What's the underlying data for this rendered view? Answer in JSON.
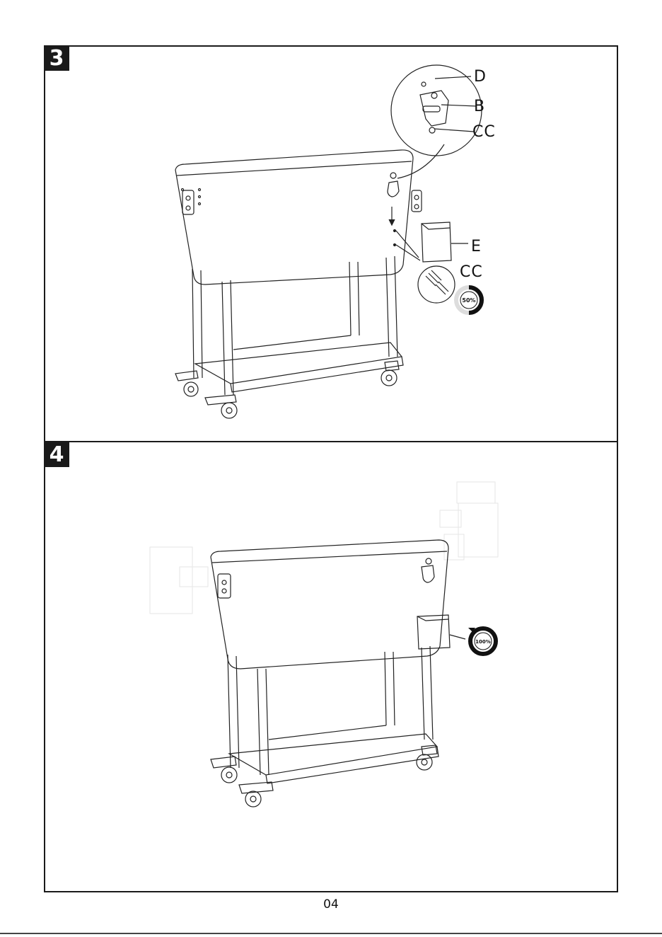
{
  "steps": [
    {
      "number": "3",
      "callouts": {
        "d": "D",
        "b": "B",
        "cc_top": "CC",
        "e": "E",
        "cc_bottom": "CC"
      },
      "torque_badge": "50%",
      "torque_fraction": 0.5
    },
    {
      "number": "4",
      "torque_badge": "100%",
      "torque_fraction": 1.0
    }
  ],
  "footer": {
    "page_number": "04"
  }
}
